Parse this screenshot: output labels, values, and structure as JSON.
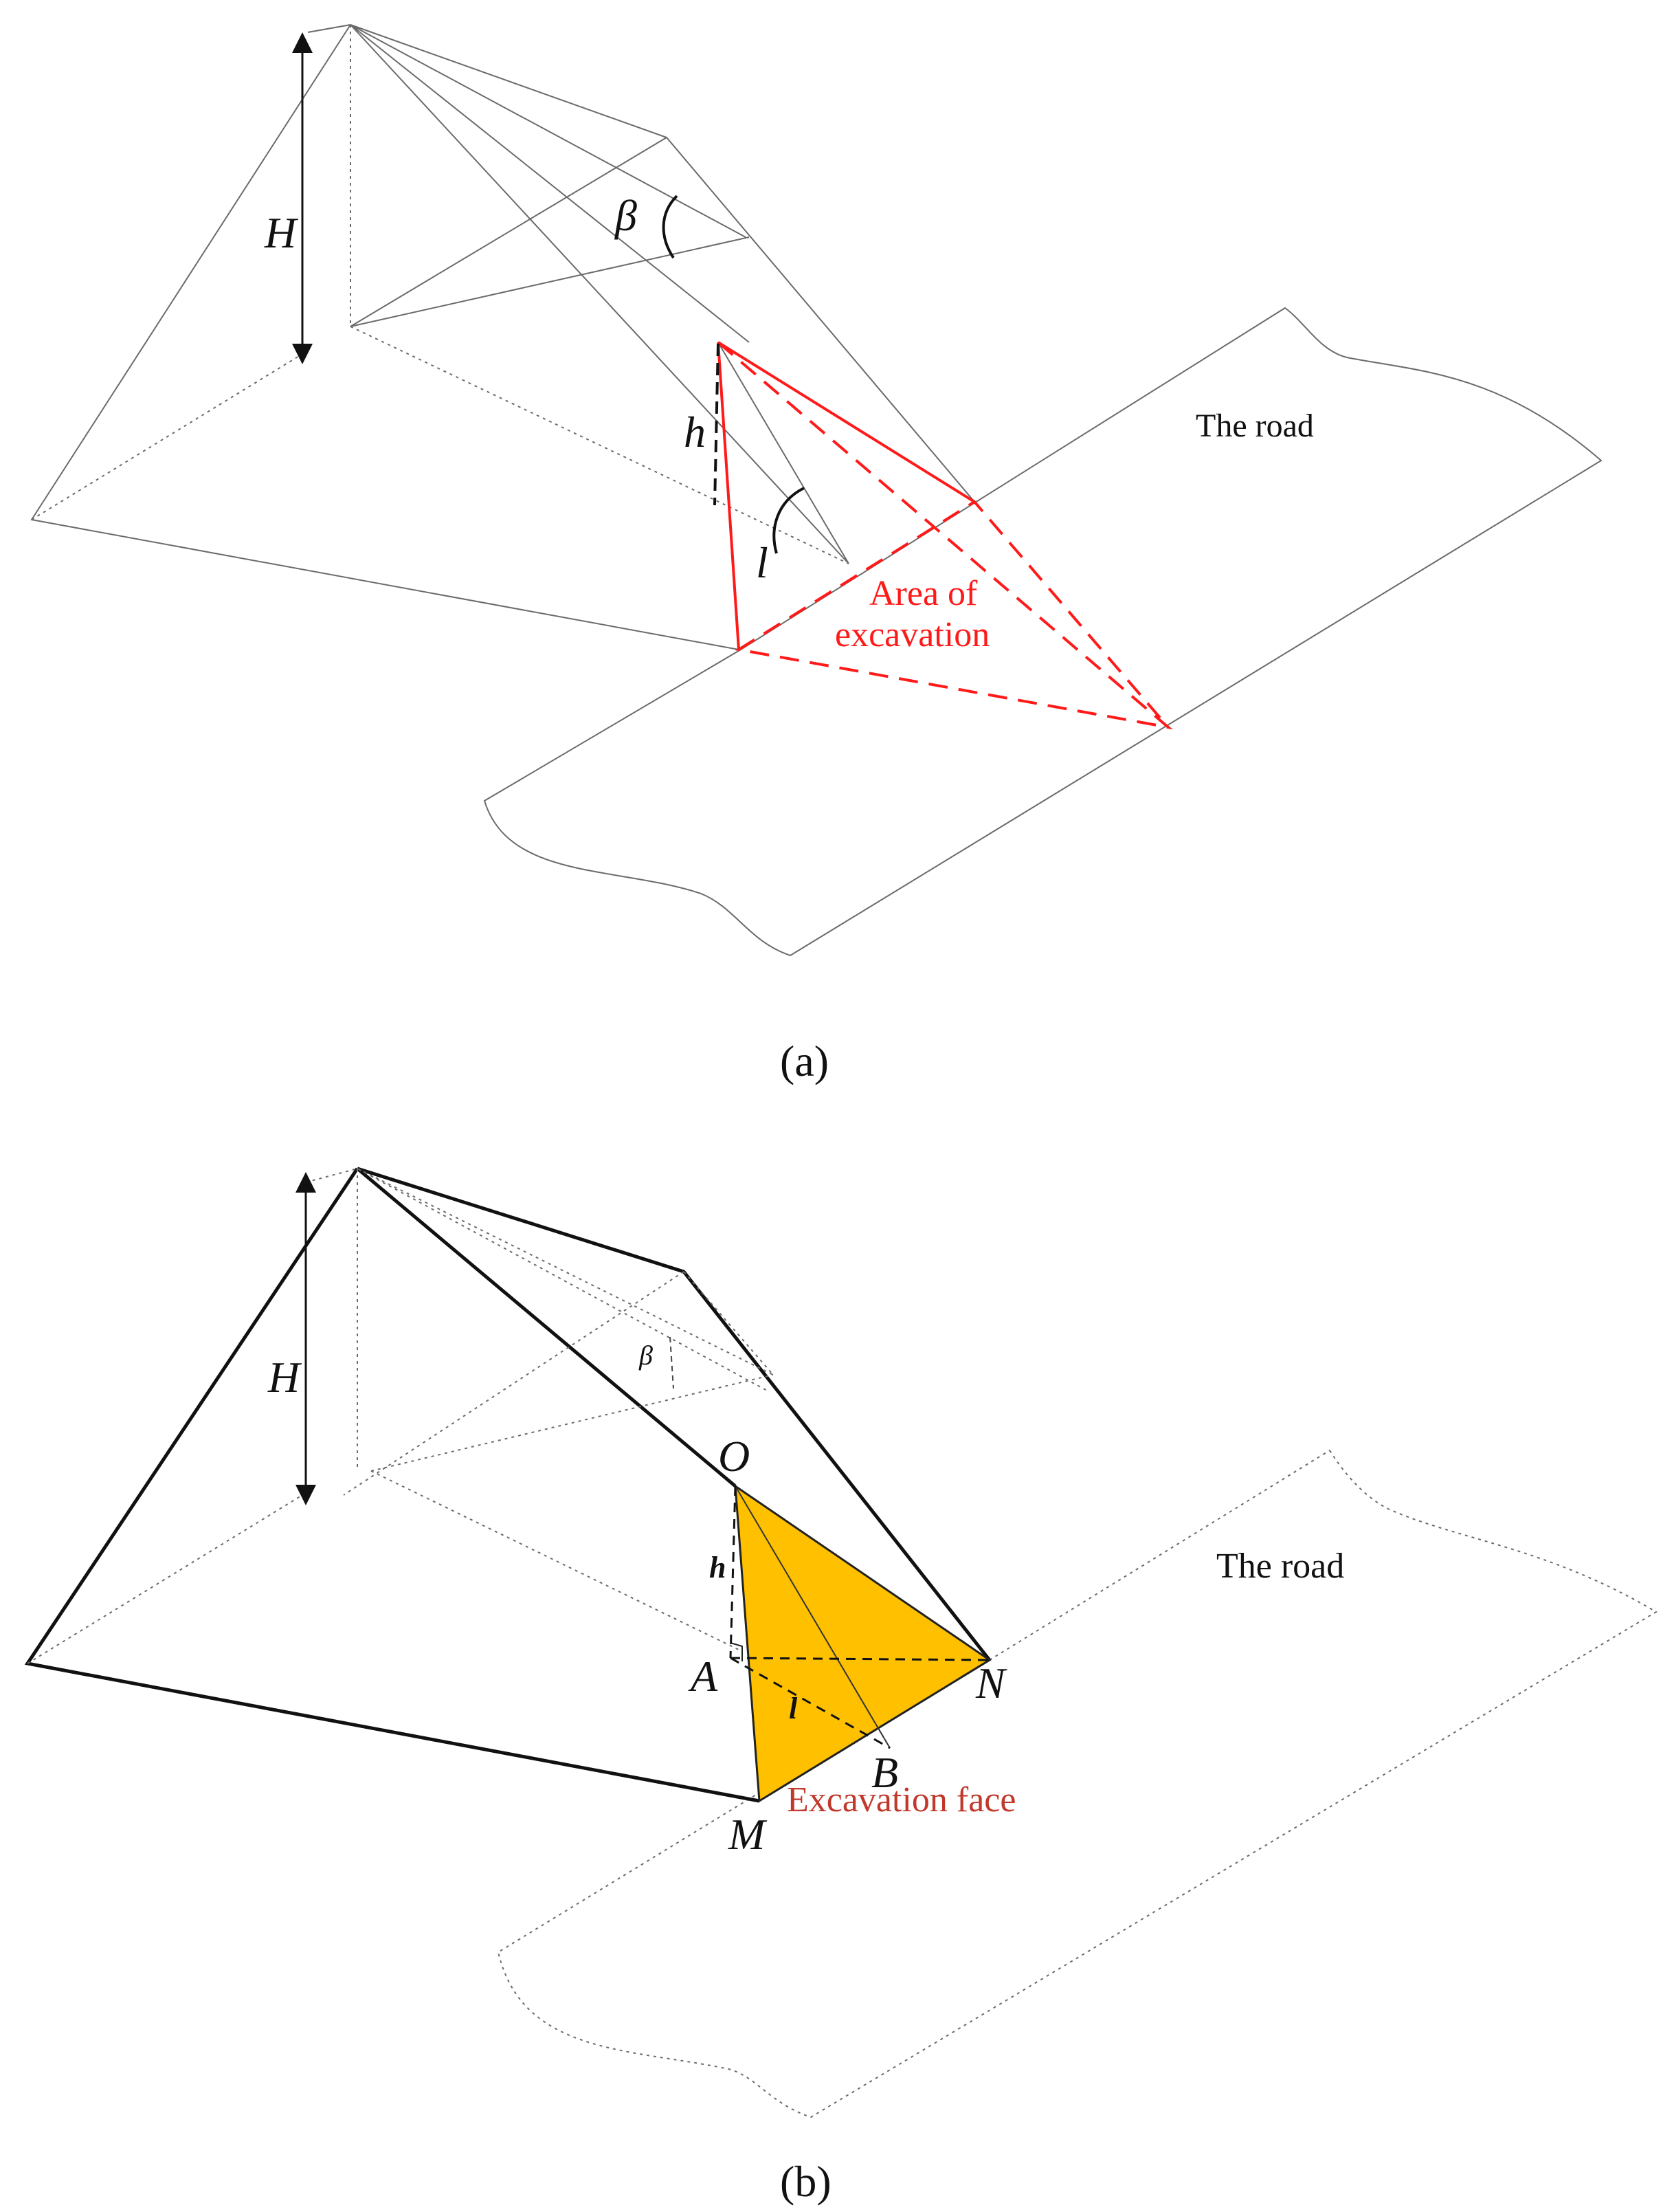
{
  "panel_a": {
    "caption": "(a)",
    "labels": {
      "H": "H",
      "beta": "β",
      "h": "h",
      "l": "l"
    },
    "road_label": "The road",
    "excavation_line1": "Area of",
    "excavation_line2": "excavation"
  },
  "panel_b": {
    "caption": "(b)",
    "labels": {
      "H": "H",
      "beta": "β",
      "O": "O",
      "h": "h",
      "A": "A",
      "l": "l",
      "B": "B",
      "N": "N",
      "M": "M"
    },
    "road_label": "The road",
    "excavation_face": "Excavation face"
  },
  "colors": {
    "excavation_red": "#ff1a1a",
    "face_fill": "#ffc000",
    "label_dark_red": "#c0392b"
  }
}
